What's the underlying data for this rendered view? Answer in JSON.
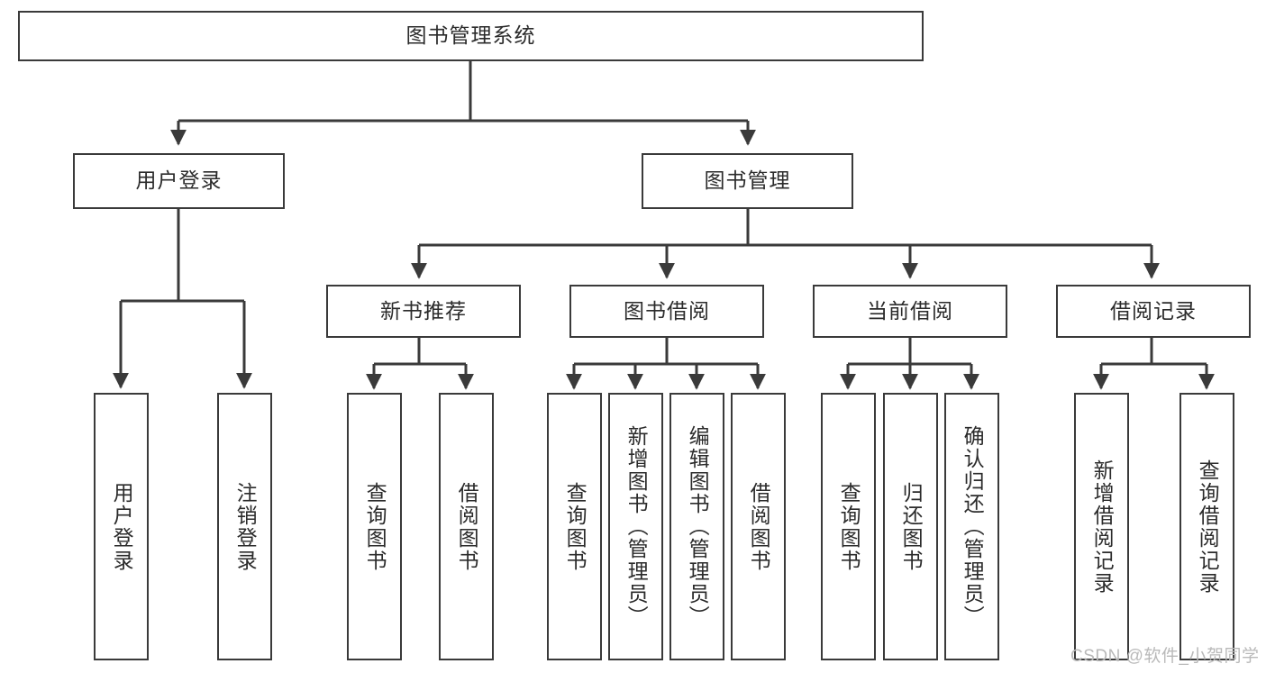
{
  "diagram": {
    "type": "hierarchy-tree",
    "title": "图书管理系统",
    "orientation": "top-down",
    "colors": {
      "box_border": "#3a3a3a",
      "box_fill": "#ffffff",
      "connector": "#3a3a3a",
      "text": "#2b2b2b",
      "watermark": "#b9b9b9",
      "background": "#ffffff"
    },
    "root": {
      "id": "root",
      "label": "图书管理系统"
    },
    "level2": [
      {
        "id": "user-login",
        "label": "用户登录"
      },
      {
        "id": "book-manage",
        "label": "图书管理"
      }
    ],
    "level3": [
      {
        "id": "new-book-recommend",
        "label": "新书推荐",
        "parent": "book-manage"
      },
      {
        "id": "book-borrow",
        "label": "图书借阅",
        "parent": "book-manage"
      },
      {
        "id": "current-borrow",
        "label": "当前借阅",
        "parent": "book-manage"
      },
      {
        "id": "borrow-record",
        "label": "借阅记录",
        "parent": "book-manage"
      }
    ],
    "leaves": [
      {
        "id": "leaf-user-login",
        "label": "用户登录",
        "parent": "user-login"
      },
      {
        "id": "leaf-logout-login",
        "label": "注销登录",
        "parent": "user-login"
      },
      {
        "id": "leaf-query-book-1",
        "label": "查询图书",
        "parent": "new-book-recommend"
      },
      {
        "id": "leaf-borrow-book-1",
        "label": "借阅图书",
        "parent": "new-book-recommend"
      },
      {
        "id": "leaf-query-book-2",
        "label": "查询图书",
        "parent": "book-borrow"
      },
      {
        "id": "leaf-add-book",
        "label": "新增图书（管理员）",
        "parent": "book-borrow"
      },
      {
        "id": "leaf-edit-book",
        "label": "编辑图书（管理员）",
        "parent": "book-borrow"
      },
      {
        "id": "leaf-borrow-book-2",
        "label": "借阅图书",
        "parent": "book-borrow"
      },
      {
        "id": "leaf-query-book-3",
        "label": "查询图书",
        "parent": "current-borrow"
      },
      {
        "id": "leaf-return-book",
        "label": "归还图书",
        "parent": "current-borrow"
      },
      {
        "id": "leaf-confirm-return",
        "label": "确认归还（管理员）",
        "parent": "current-borrow"
      },
      {
        "id": "leaf-add-record",
        "label": "新增借阅记录",
        "parent": "borrow-record"
      },
      {
        "id": "leaf-query-record",
        "label": "查询借阅记录",
        "parent": "borrow-record"
      }
    ],
    "watermark": "CSDN @软件_小贺同学"
  }
}
